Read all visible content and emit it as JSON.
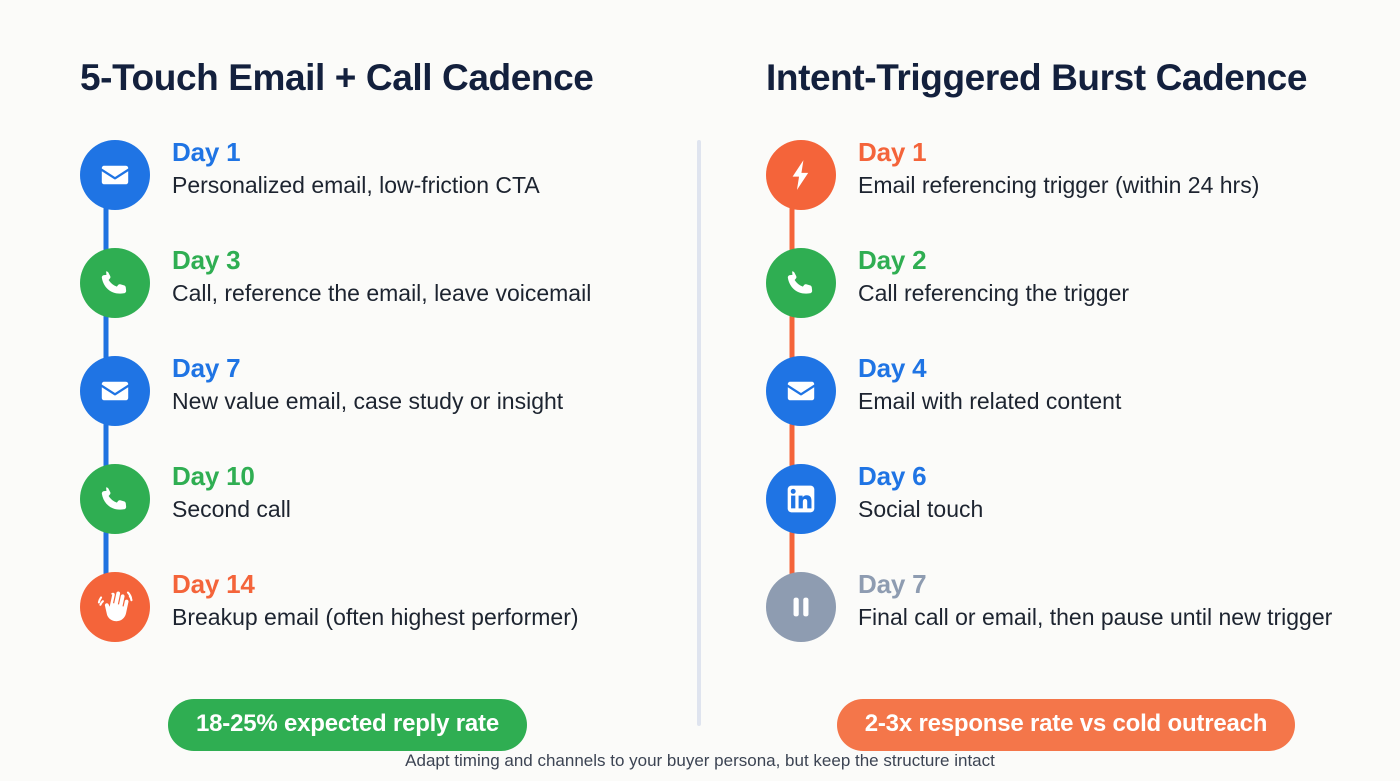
{
  "columns": [
    {
      "title": "5-Touch Email + Call Cadence",
      "rail_color": "#1f72e0",
      "steps": [
        {
          "icon": "envelope-icon",
          "circle_color": "#1f74e4",
          "day": "Day 1",
          "desc": "Personalized email, low-friction CTA"
        },
        {
          "icon": "phone-icon",
          "circle_color": "#2fae52",
          "day": "Day 3",
          "desc": "Call, reference the email, leave voicemail"
        },
        {
          "icon": "envelope-icon",
          "circle_color": "#1f74e4",
          "day": "Day 7",
          "desc": "New value email, case study or insight"
        },
        {
          "icon": "phone-icon",
          "circle_color": "#2fae52",
          "day": "Day 10",
          "desc": "Second call"
        },
        {
          "icon": "waving-hand-icon",
          "circle_color": "#f4643a",
          "day": "Day 14",
          "desc": "Breakup email (often highest performer)"
        }
      ],
      "pill": {
        "label": "18-25% expected reply rate",
        "color": "#2fae52"
      }
    },
    {
      "title": "Intent-Triggered Burst Cadence",
      "rail_color": "#f4643a",
      "steps": [
        {
          "icon": "lightning-bolt-icon",
          "circle_color": "#f4643a",
          "day": "Day 1",
          "desc": "Email referencing trigger (within 24 hrs)"
        },
        {
          "icon": "phone-icon",
          "circle_color": "#2fae52",
          "day": "Day 2",
          "desc": "Call referencing the trigger"
        },
        {
          "icon": "envelope-icon",
          "circle_color": "#1f74e4",
          "day": "Day 4",
          "desc": "Email with related content"
        },
        {
          "icon": "linkedin-icon",
          "circle_color": "#1f74e4",
          "day": "Day 6",
          "desc": "Social touch"
        },
        {
          "icon": "pause-icon",
          "circle_color": "#8e9cb1",
          "day": "Day 7",
          "desc": "Final call or email, then pause until new trigger"
        }
      ],
      "pill": {
        "label": "2-3x response rate vs cold outreach",
        "color": "#f4764a"
      }
    }
  ],
  "footnote": "Adapt timing and channels to your buyer persona, but keep the structure intact"
}
